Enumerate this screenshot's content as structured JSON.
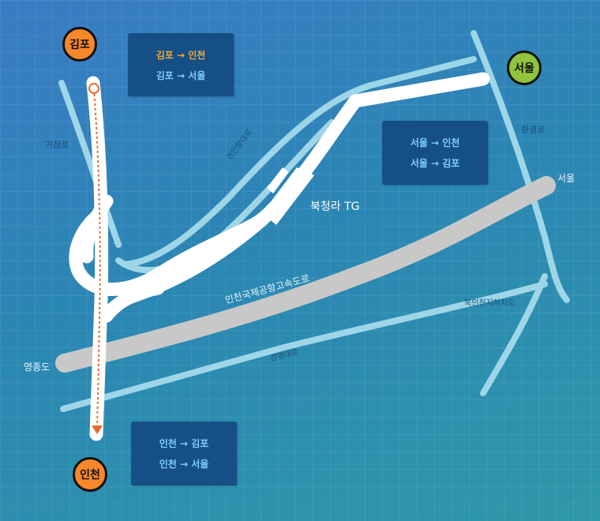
{
  "cities": {
    "gimpo": "김포",
    "seoul": "서울",
    "incheon": "인천"
  },
  "colors": {
    "city_marker_orange": "#f7872b",
    "city_marker_green": "#8fc43c",
    "main_route": "#ffffff",
    "highway": "#c8c8c8",
    "road": "#9ed6e8",
    "route_box": "#164f86",
    "route_text": "#7fd0ff",
    "highlight": "#f7a83a"
  },
  "route_boxes": {
    "top_left": [
      "김포 → 인천",
      "김포 → 서울"
    ],
    "right": [
      "서울 → 인천",
      "서울 → 김포"
    ],
    "bottom": [
      "인천 → 김포",
      "인천 → 서울"
    ]
  },
  "highlighted_route": "김포 → 인천",
  "toll_gate": "북청라 TG",
  "road_labels": {
    "geocheom_ro": "거첨로",
    "gyeongin_hwy": "경인항대로",
    "hwangyeong_ro": "환경로",
    "seoul_direction": "서울",
    "airport_expressway": "인천국제공항고속도로",
    "bukin_underpass": "북인천지하차도",
    "gyeongmyeong_daero": "경명대로",
    "yeongjongdo": "영종도"
  }
}
